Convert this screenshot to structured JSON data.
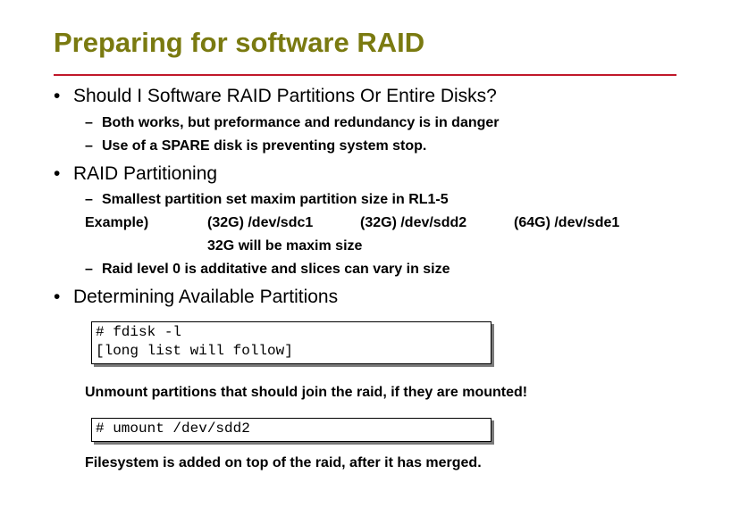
{
  "slide": {
    "title": "Preparing for software RAID",
    "bullet_glyph": "•",
    "dash_glyph": "–",
    "sections": [
      {
        "heading": "Should I Software RAID Partitions Or Entire Disks?",
        "items": [
          "Both works, but preformance and redundancy is in danger",
          "Use of a SPARE disk is preventing system stop."
        ]
      },
      {
        "heading": "RAID Partitioning",
        "item1": "Smallest partition set maxim partition size in RL1-5",
        "example_label": "Example)",
        "example_parts": [
          "(32G) /dev/sdc1",
          "(32G) /dev/sdd2",
          "(64G) /dev/sde1"
        ],
        "example_note": "32G will be maxim size",
        "item2": "Raid level 0 is additative and slices can vary in size"
      },
      {
        "heading": "Determining Available Partitions",
        "code1_lines": [
          "# fdisk -l",
          "[long list will follow]"
        ],
        "note1": "Unmount partitions that should join the raid, if they are mounted!",
        "code2_lines": [
          "# umount /dev/sdd2"
        ],
        "note2": "Filesystem is added on top of the raid, after it has merged."
      }
    ]
  }
}
